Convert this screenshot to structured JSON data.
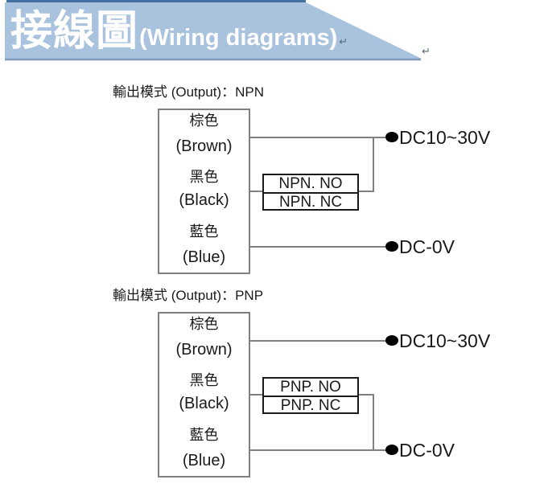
{
  "header": {
    "title_cjk": "接線圖",
    "title_en": "(Wiring diagrams)",
    "paragraph_mark": "↵",
    "colors": {
      "banner_body": "#a9c2dd",
      "top_strip": "#44719f",
      "underline": "#7e9abf",
      "title_text": "#ffffff"
    }
  },
  "diagrams": [
    {
      "label": "輸出模式 (Output)：NPN",
      "sensor_wires": [
        {
          "name_cjk": "棕色",
          "name_en": "(Brown)"
        },
        {
          "name_cjk": "黑色",
          "name_en": "(Black)"
        },
        {
          "name_cjk": "藍色",
          "name_en": "(Blue)"
        }
      ],
      "output_box": [
        "NPN. NO",
        "NPN. NC"
      ],
      "terminals": [
        "DC10~30V",
        "DC-0V"
      ]
    },
    {
      "label": "輸出模式 (Output)：PNP",
      "sensor_wires": [
        {
          "name_cjk": "棕色",
          "name_en": "(Brown)"
        },
        {
          "name_cjk": "黑色",
          "name_en": "(Black)"
        },
        {
          "name_cjk": "藍色",
          "name_en": "(Blue)"
        }
      ],
      "output_box": [
        "PNP. NO",
        "PNP. NC"
      ],
      "terminals": [
        "DC10~30V",
        "DC-0V"
      ]
    }
  ],
  "colors": {
    "wire": "#808080",
    "sensor_box_border": "#808080",
    "output_box_border": "#1a1a1a",
    "terminal_dot": "#000000",
    "text": "#1a1a1a"
  }
}
